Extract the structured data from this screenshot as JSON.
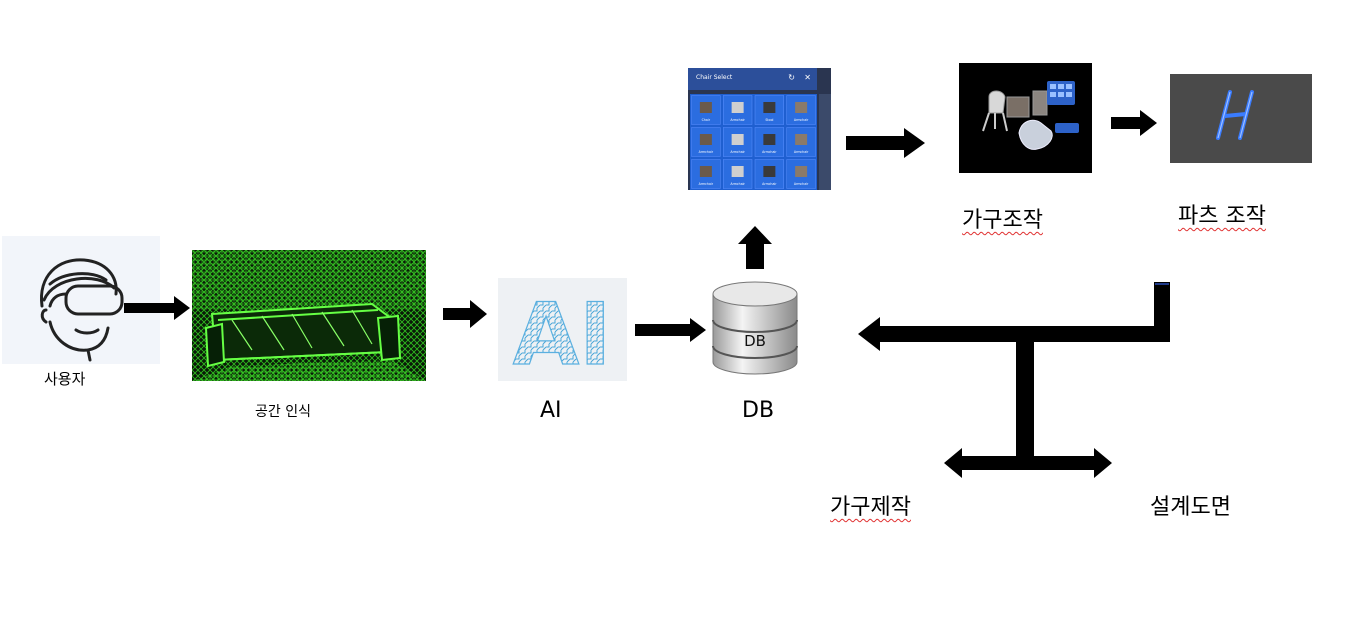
{
  "nodes": {
    "user": {
      "label": "사용자"
    },
    "space": {
      "label": "공간 인식"
    },
    "ai": {
      "label": "AI",
      "logo_text": "AI"
    },
    "db": {
      "label": "DB",
      "cylinder_text": "DB"
    },
    "chair_select": {
      "panel_title": "Chair Select",
      "item_labels": [
        "Chair",
        "Armchair",
        "Stool",
        "Armchair",
        "Armchair",
        "Armchair",
        "Armchair",
        "Armchair",
        "Armchair",
        "Armchair",
        "Armchair",
        "Armchair"
      ]
    },
    "furniture_manip": {
      "label": "가구조작"
    },
    "parts_manip": {
      "label": "파츠 조작"
    },
    "fabrication": {
      "label": "가구제작"
    },
    "blueprint": {
      "label": "설계도면"
    }
  },
  "colors": {
    "arrow": "#000000",
    "pointcloud": "#33cc22",
    "panel_blue": "#1f5fd0",
    "parts_bg": "#4a4a4a",
    "parts_accent": "#3a7cff",
    "spellcheck": "#e03030"
  }
}
